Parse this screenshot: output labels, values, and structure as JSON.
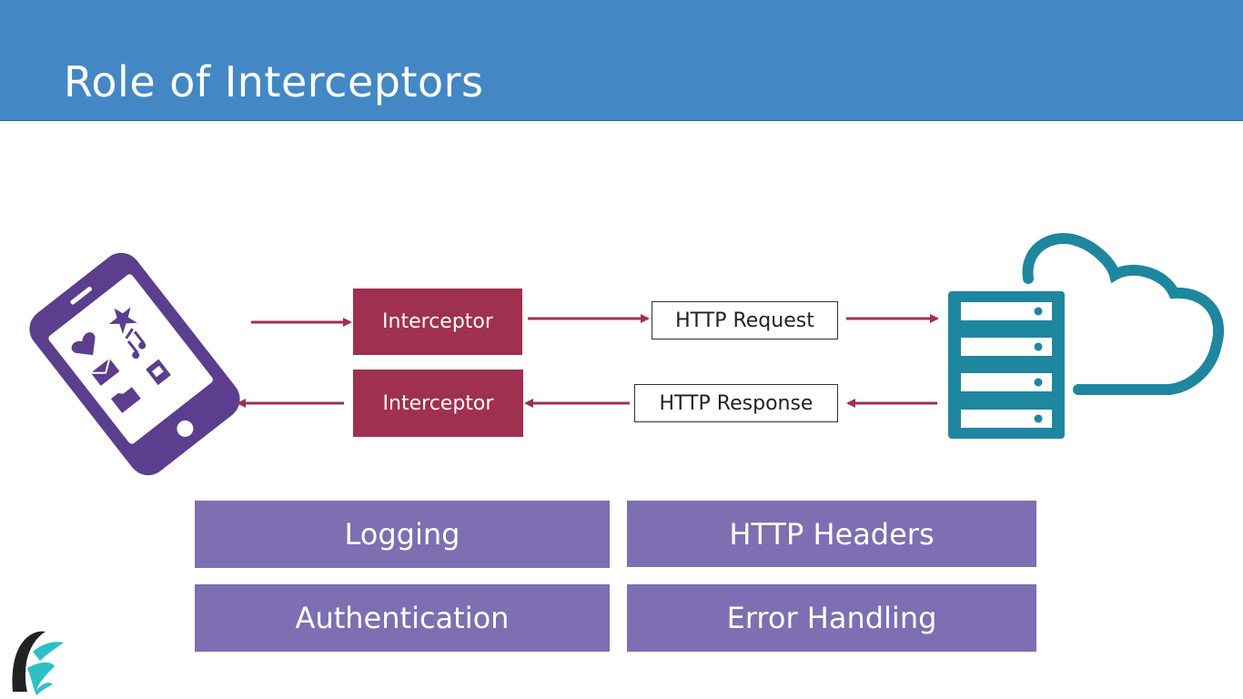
{
  "slide": {
    "title": "Role of Interceptors"
  },
  "diagram": {
    "client_icon": "smartphone-icon",
    "server_icon": "server-cloud-icon",
    "request_row": {
      "interceptor_label": "Interceptor",
      "http_label": "HTTP Request"
    },
    "response_row": {
      "interceptor_label": "Interceptor",
      "http_label": "HTTP Response"
    }
  },
  "uses": [
    "Logging",
    "HTTP Headers",
    "Authentication",
    "Error Handling"
  ],
  "logo_icon": "brand-logo-icon",
  "colors": {
    "header": "#4388c4",
    "interceptor": "#a03050",
    "arrow": "#a03050",
    "tile": "#7d6fb2",
    "phone": "#5b3e8e",
    "server": "#1f86a0"
  }
}
